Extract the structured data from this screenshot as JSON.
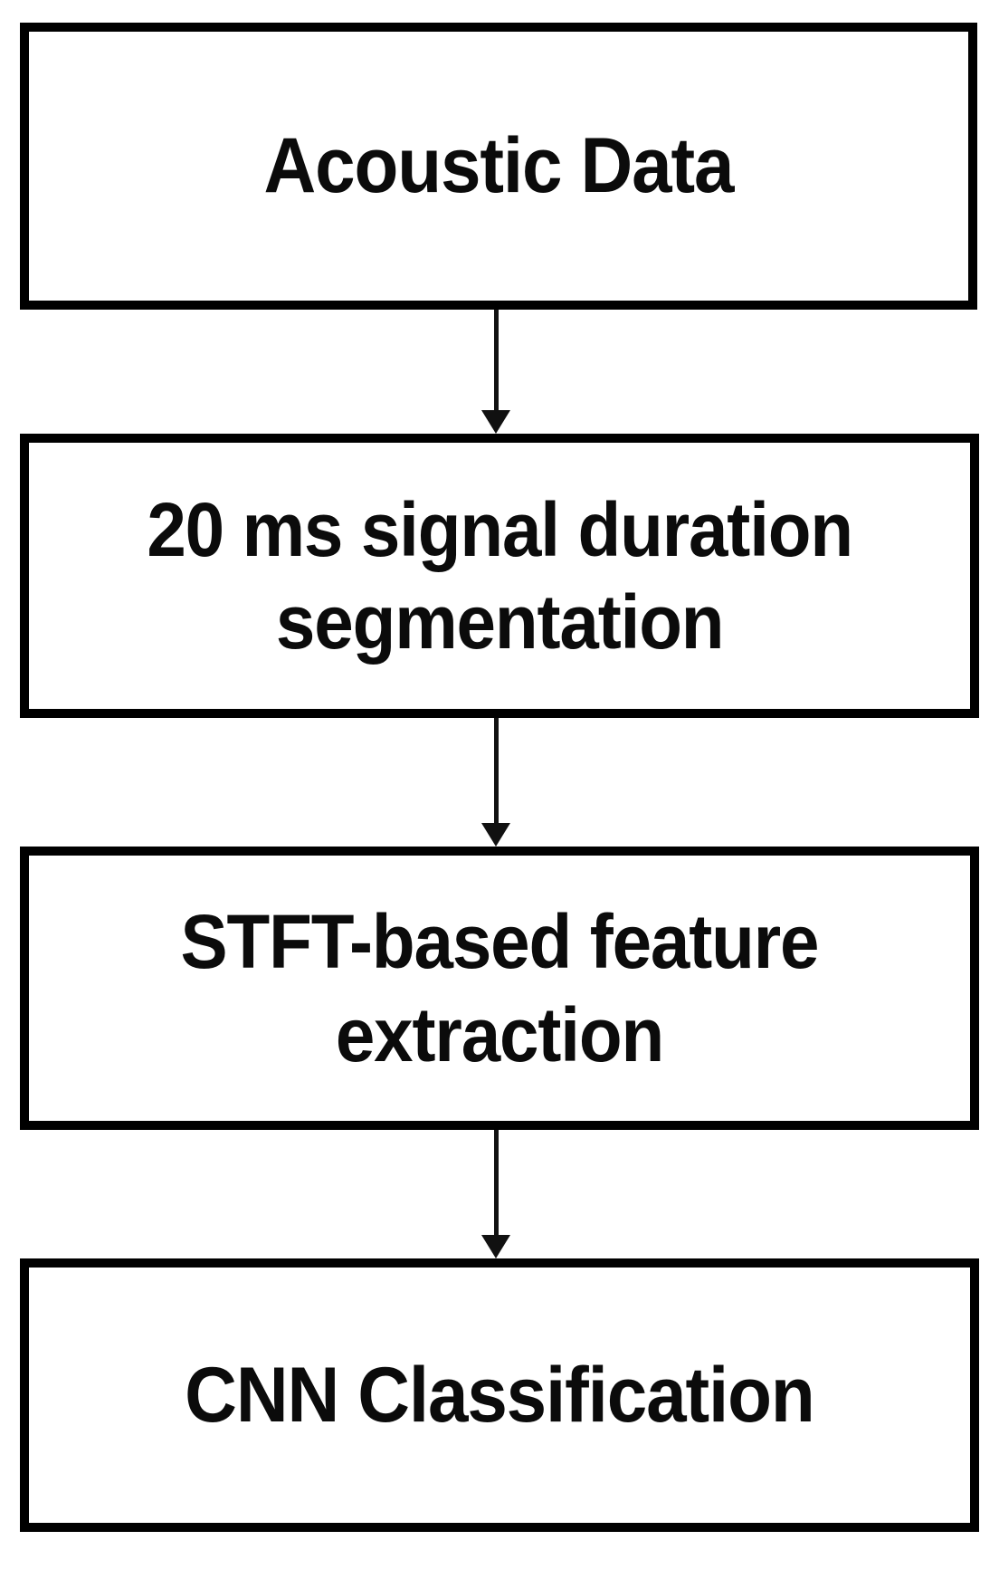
{
  "diagram": {
    "title": "Acoustic signal processing pipeline flowchart",
    "type": "flowchart",
    "orientation": "vertical",
    "background_color": "#ffffff",
    "box_border_color": "#000000",
    "box_fill_color": "#ffffff",
    "text_color": "#0b0b0b",
    "arrow_color": "#111111",
    "nodes": [
      {
        "id": "node-acoustic-data",
        "label": "Acoustic Data",
        "lines": [
          "Acoustic Data"
        ],
        "order": 1
      },
      {
        "id": "node-segmentation",
        "label": "20 ms signal duration segmentation",
        "lines": [
          "20 ms signal duration",
          "segmentation"
        ],
        "order": 2
      },
      {
        "id": "node-feature-extraction",
        "label": "STFT-based feature extraction",
        "lines": [
          "STFT-based feature",
          "extraction"
        ],
        "order": 3
      },
      {
        "id": "node-cnn-classification",
        "label": "CNN Classification",
        "lines": [
          "CNN Classification"
        ],
        "order": 4
      }
    ],
    "edges": [
      {
        "id": "edge-1",
        "from": "node-acoustic-data",
        "to": "node-segmentation",
        "style": "solid-arrow-down",
        "label": ""
      },
      {
        "id": "edge-2",
        "from": "node-segmentation",
        "to": "node-feature-extraction",
        "style": "solid-arrow-down",
        "label": ""
      },
      {
        "id": "edge-3",
        "from": "node-feature-extraction",
        "to": "node-cnn-classification",
        "style": "solid-arrow-down",
        "label": ""
      }
    ]
  }
}
